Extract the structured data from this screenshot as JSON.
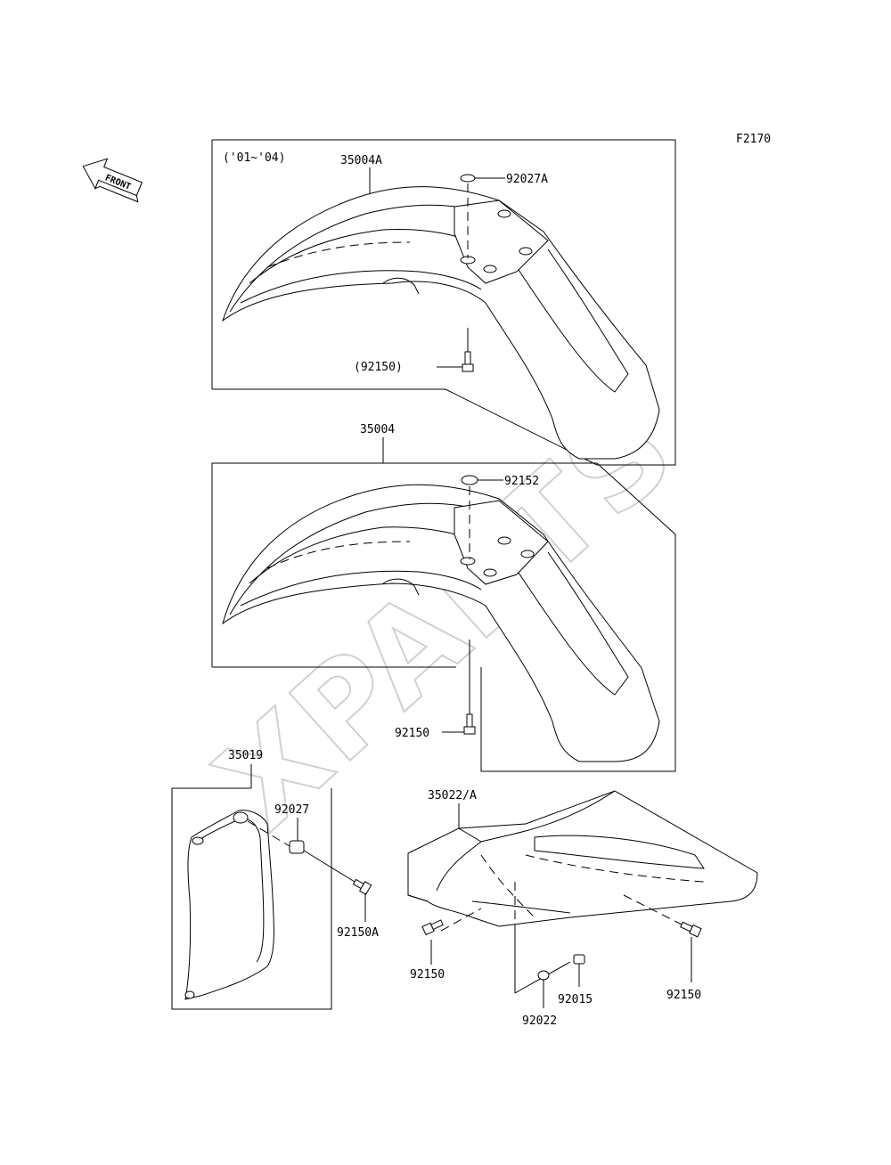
{
  "figure_code": "F2170",
  "front_arrow": {
    "label": "FRONT",
    "icon": "front-arrow-icon"
  },
  "watermark": "XPARTS",
  "front_fender_01_04": {
    "year_range": "('01~'04)",
    "parts": {
      "fender": "35004A",
      "washer": "92027A",
      "bolt": "(92150)"
    }
  },
  "front_fender": {
    "parts": {
      "fender": "35004",
      "washer": "92152",
      "bolt": "92150"
    }
  },
  "side_cover": {
    "parts": {
      "cover": "35019",
      "damper": "92027",
      "bolt": "92150A"
    }
  },
  "rear_fender": {
    "parts": {
      "fender": "35022/A",
      "bolt_left": "92150",
      "bolt_right": "92150",
      "washer": "92022",
      "collar": "92015"
    }
  }
}
